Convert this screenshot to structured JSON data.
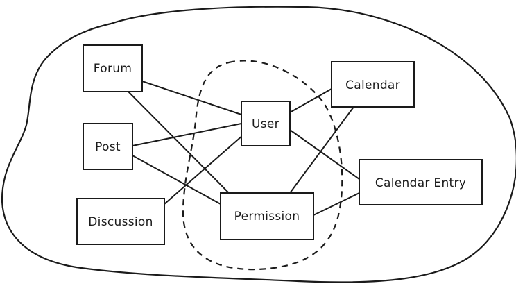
{
  "diagram": {
    "nodes": {
      "forum": "Forum",
      "post": "Post",
      "discussion": "Discussion",
      "user": "User",
      "permission": "Permission",
      "calendar": "Calendar",
      "calendar_entry": "Calendar Entry"
    },
    "edges": [
      [
        "Forum",
        "User"
      ],
      [
        "Forum",
        "Permission"
      ],
      [
        "Post",
        "User"
      ],
      [
        "Post",
        "Permission"
      ],
      [
        "Discussion",
        "User"
      ],
      [
        "User",
        "Calendar"
      ],
      [
        "User",
        "Calendar Entry"
      ],
      [
        "Calendar",
        "Permission"
      ],
      [
        "Permission",
        "Calendar Entry"
      ]
    ],
    "stroke_color": "#1a1a1a",
    "background_color": "#ffffff"
  }
}
